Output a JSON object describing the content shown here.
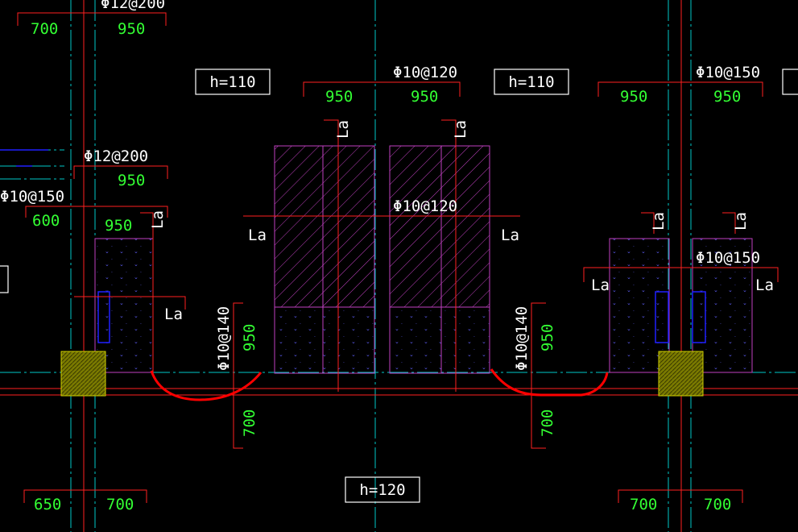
{
  "colors": {
    "background": "#000000",
    "dim_line": "#ff2020",
    "axis_line": "#00c8c8",
    "text_white": "#ffffff",
    "text_green": "#33ff33",
    "hatch_magenta": "#c040c0",
    "dot_blue": "#6060ff",
    "column_fill": "#8a8a00",
    "markup_red": "#ff0000"
  },
  "slab_labels": {
    "slab_left": "h=110",
    "slab_mid": "h=110",
    "slab_bottom": "h=120"
  },
  "rebar_labels": {
    "top_left": "Φ12@200",
    "upper_left": "Φ12@200",
    "left_edge": "Φ10@150",
    "top_mid": "Φ10@120",
    "center_mid": "Φ10@120",
    "top_right": "Φ10@150",
    "right_mid": "Φ10@150",
    "vertical_left": "Φ10@140",
    "vertical_right": "Φ10@140"
  },
  "dims": {
    "top_left_a": "700",
    "top_left_b": "950",
    "upper_left_b": "950",
    "left_a": "600",
    "left_b": "950",
    "top_mid_a": "950",
    "top_mid_b": "950",
    "top_right_a": "950",
    "top_right_b": "950",
    "vert_left_upper": "950",
    "vert_left_lower": "700",
    "vert_right_upper": "950",
    "vert_right_lower": "700",
    "bottom_left_a": "650",
    "bottom_left_b": "700",
    "bottom_right_a": "700",
    "bottom_right_b": "700"
  },
  "anchorage": {
    "la_label": "La"
  }
}
